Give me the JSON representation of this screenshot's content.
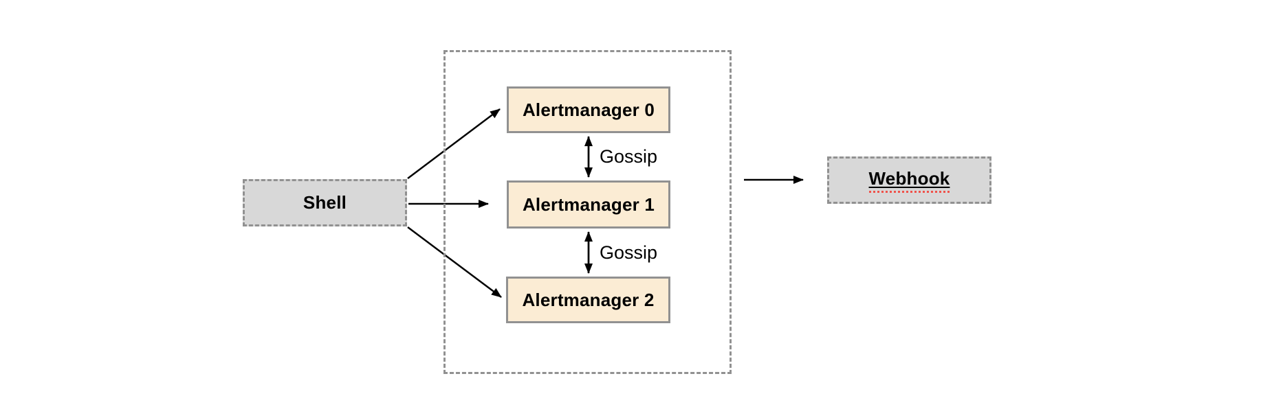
{
  "diagram": {
    "description": "Alertmanager high-availability cluster diagram"
  },
  "nodes": {
    "shell": {
      "label": "Shell"
    },
    "alertmanager_0": {
      "label": "Alertmanager 0"
    },
    "alertmanager_1": {
      "label": "Alertmanager 1"
    },
    "alertmanager_2": {
      "label": "Alertmanager 2"
    },
    "webhook": {
      "label": "Webhook"
    }
  },
  "edge_labels": {
    "gossip_top": "Gossip",
    "gossip_bottom": "Gossip"
  },
  "colors": {
    "background": "#ffffff",
    "node_gray_fill": "#d8d8d8",
    "node_cream_fill": "#fbecd4",
    "border_gray": "#919191",
    "arrow_black": "#000000",
    "text_black": "#000000",
    "spellcheck_red": "#f0524a"
  }
}
